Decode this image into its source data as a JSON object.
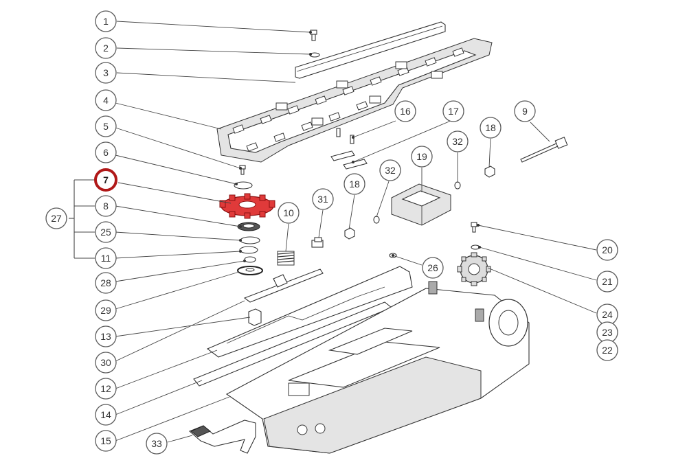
{
  "diagram": {
    "highlight_color": "#b01818",
    "highlighted_part": "7",
    "callouts": {
      "c1": "1",
      "c2": "2",
      "c3": "3",
      "c4": "4",
      "c5": "5",
      "c6": "6",
      "c7": "7",
      "c8": "8",
      "c25": "25",
      "c11": "11",
      "c28": "28",
      "c29": "29",
      "c13": "13",
      "c30": "30",
      "c12": "12",
      "c14": "14",
      "c15": "15",
      "c33": "33",
      "c27": "27",
      "c10": "10",
      "c31": "31",
      "c18a": "18",
      "c32a": "32",
      "c16": "16",
      "c17": "17",
      "c19": "19",
      "c32b": "32",
      "c18b": "18",
      "c9": "9",
      "c26": "26",
      "c20": "20",
      "c21": "21",
      "c24": "24",
      "c23": "23",
      "c22": "22"
    }
  }
}
